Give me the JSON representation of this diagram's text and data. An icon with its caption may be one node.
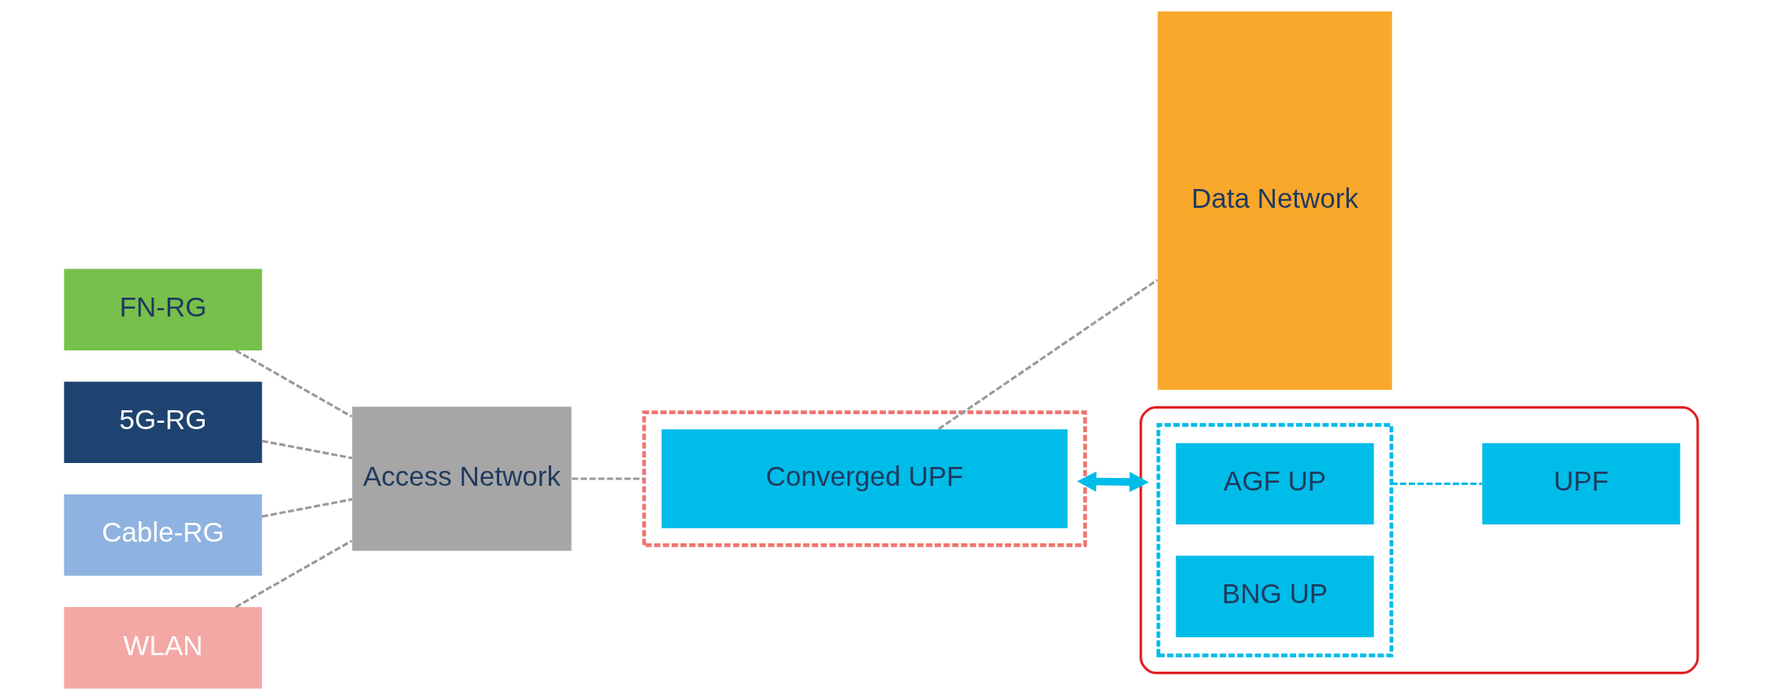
{
  "diagram": {
    "nodes": [
      {
        "text": [
          "FN-RG"
        ]
      },
      {
        "text": [
          "5G-RG"
        ]
      },
      {
        "text": [
          "Cable-RG"
        ]
      },
      {
        "text": [
          "WLAN"
        ]
      },
      {
        "text": [
          "Access Network"
        ]
      },
      {
        "text": [],
        "shape": "box"
      },
      {
        "text": [
          "Converged UPF"
        ],
        "in": 5
      },
      {
        "text": [
          "Data Network"
        ]
      },
      {
        "text": [],
        "shape": "box"
      },
      {
        "text": [],
        "shape": "box",
        "in": 8
      },
      {
        "text": [
          "AGF UP"
        ],
        "in": 9
      },
      {
        "text": [
          "BNG UP"
        ],
        "in": 9
      },
      {
        "text": [
          "UPF"
        ],
        "in": 8
      }
    ],
    "edges": [
      {
        "from": 0,
        "to": 4,
        "arrow": "none",
        "style": "dashed"
      },
      {
        "from": 1,
        "to": 4,
        "arrow": "none",
        "style": "dashed"
      },
      {
        "from": 2,
        "to": 4,
        "arrow": "none",
        "style": "dashed"
      },
      {
        "from": 3,
        "to": 4,
        "arrow": "none",
        "style": "dashed"
      },
      {
        "from": 4,
        "to": 5,
        "arrow": "none",
        "style": "dashed"
      },
      {
        "from": 6,
        "to": 7,
        "arrow": "none",
        "style": "dashed"
      },
      {
        "from": 5,
        "to": 8,
        "arrow": "both",
        "style": "thick",
        "color": "#00bce8"
      },
      {
        "from": 9,
        "to": 12,
        "arrow": "none",
        "style": "dashed",
        "color": "#00bce8"
      }
    ]
  }
}
